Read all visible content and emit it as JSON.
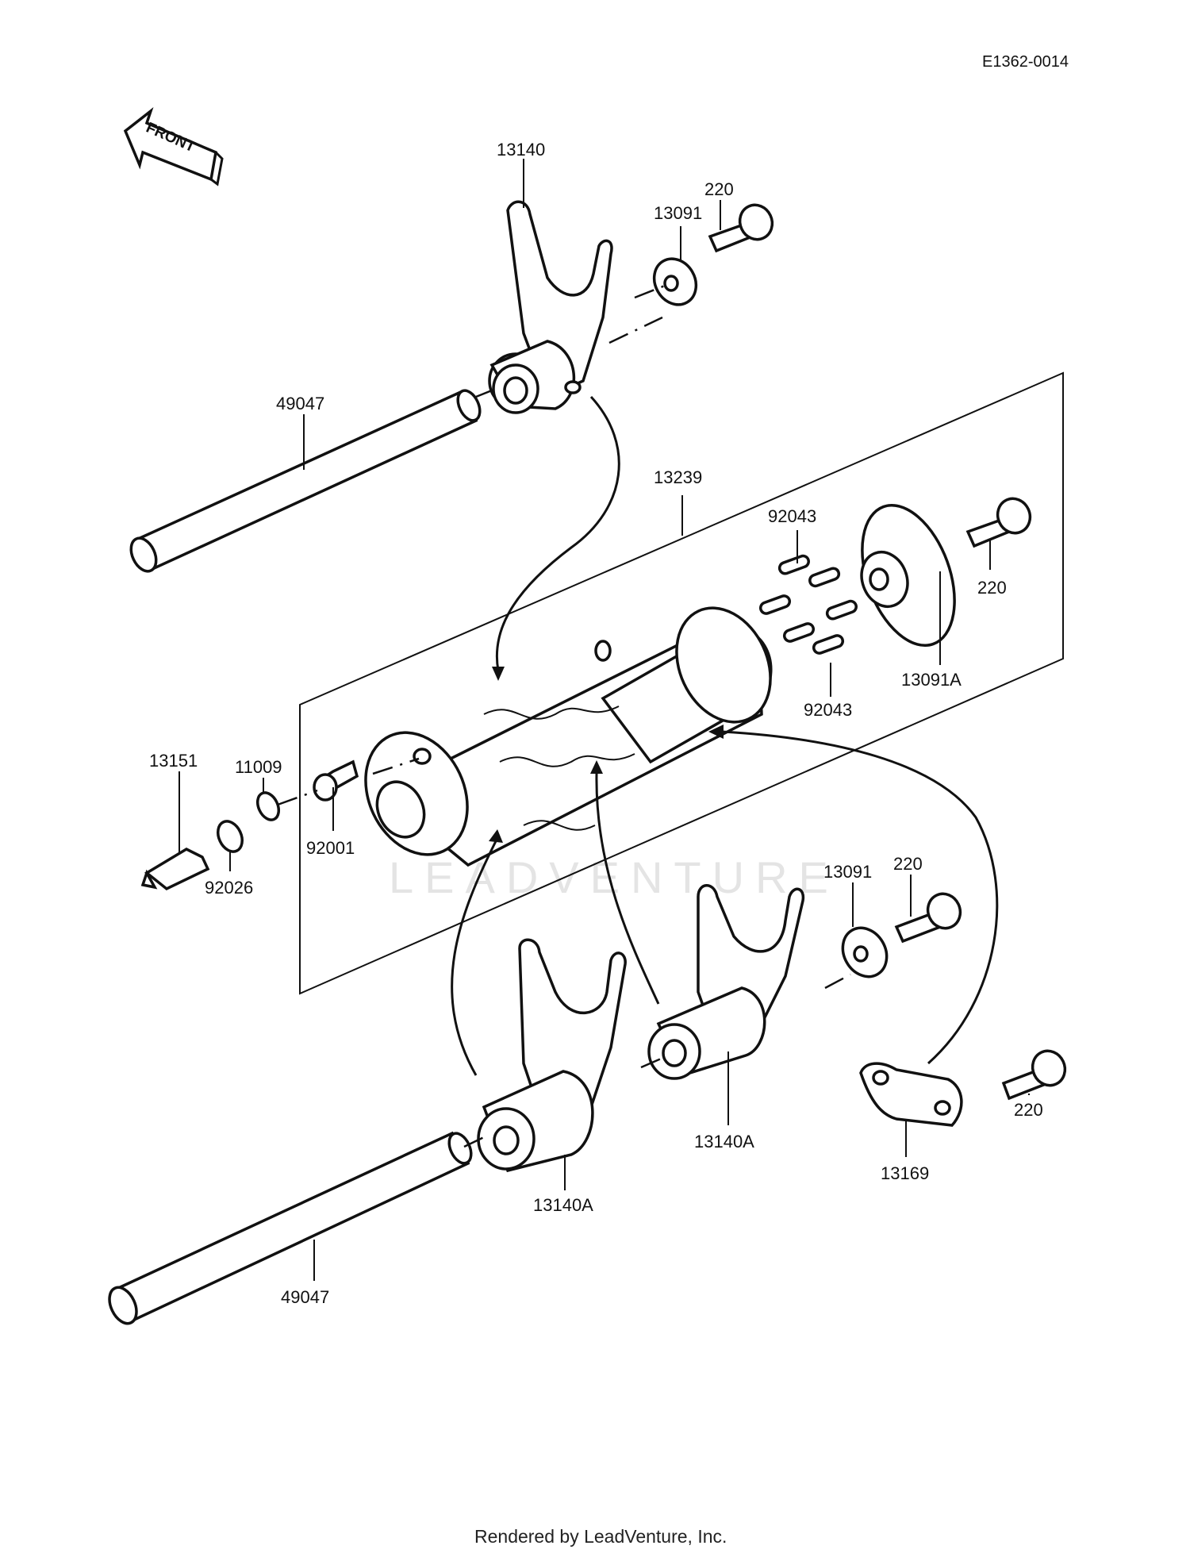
{
  "diagram": {
    "ref_code": "E1362-0014",
    "front_label": "FRONT",
    "watermark": "LEADVENTURE",
    "footer": "Rendered by LeadVenture, Inc.",
    "callouts": {
      "fork_top": "13140",
      "washer_top": "13091",
      "bolt_top": "220",
      "shaft_top": "49047",
      "drum": "13239",
      "pins_upper": "92043",
      "pins_lower": "92043",
      "cover_plate": "13091A",
      "bolt_cover": "220",
      "switch": "13151",
      "washer_small": "11009",
      "gasket": "92026",
      "plug": "92001",
      "washer_mid": "13091",
      "bolt_mid": "220",
      "fork_mid": "13140A",
      "fork_low": "13140A",
      "holder": "13169",
      "bolt_low": "220",
      "shaft_low": "49047"
    }
  }
}
